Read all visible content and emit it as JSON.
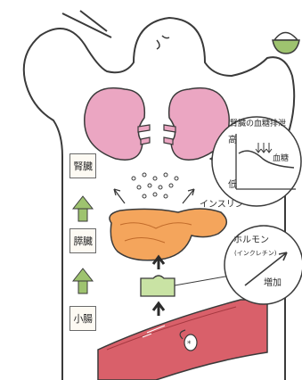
{
  "organs": {
    "kidney": "腎臓",
    "pancreas": "膵臓",
    "small_intestine": "小腸"
  },
  "annotations": {
    "insulin": "インスリン",
    "hormone": "ホルモン",
    "hormone_sub": "(インクレチン)",
    "increase": "増加"
  },
  "graph": {
    "title": "腎臓の血糖排泄",
    "y_high": "高",
    "y_low": "低",
    "blood_sugar": "血糖"
  },
  "colors": {
    "organ_pink": "#eba6c2",
    "pancreas_orange": "#f4a55c",
    "arrow_green": "#9ec36f",
    "intestine_red": "#d9606a",
    "outline": "#3a3a3a"
  }
}
